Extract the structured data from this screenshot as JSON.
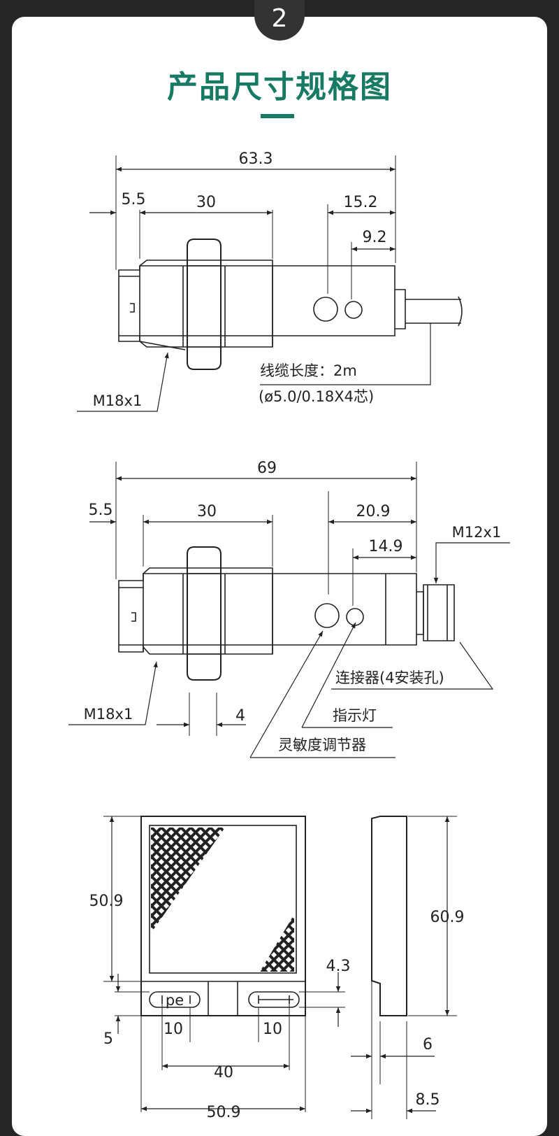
{
  "header": {
    "step_number": "2",
    "title": "产品尺寸规格图"
  },
  "colors": {
    "accent": "#177a63",
    "badge": "#333333",
    "line": "#222222"
  },
  "drawing1": {
    "dims": {
      "total": "63.3",
      "front": "5.5",
      "thread": "30",
      "rear_a": "15.2",
      "rear_b": "9.2"
    },
    "thread_label": "M18x1",
    "cable_label": "线缆长度：2m",
    "cable_spec": "(ø5.0/0.18X4芯)"
  },
  "drawing2": {
    "dims": {
      "total": "69",
      "front": "5.5",
      "thread": "30",
      "rear_a": "20.9",
      "rear_b": "14.9",
      "nut": "4"
    },
    "thread_label": "M18x1",
    "connector_thread": "M12x1",
    "connector_label": "连接器(4安装孔)",
    "indicator_label": "指示灯",
    "sensitivity_label": "灵敏度调节器"
  },
  "reflector": {
    "dims": {
      "height": "50.9",
      "total_height": "60.9",
      "slot_height": "4.3",
      "slot_offset": "5",
      "slot_left": "10",
      "slot_right": "10",
      "pitch": "40",
      "width": "50.9",
      "thick_a": "6",
      "thick_b": "8.5"
    },
    "slot_text": "pe"
  }
}
